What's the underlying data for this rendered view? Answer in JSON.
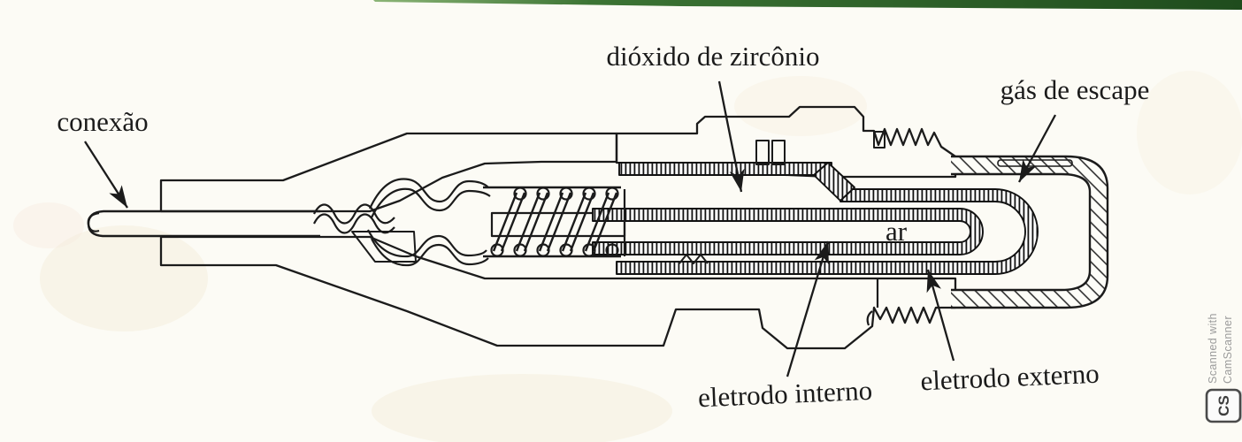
{
  "colors": {
    "paper": "#fcfbf5",
    "ink": "#1b1b1b",
    "book_edge_green": "#2d6329",
    "watermark_gray": "#9b9b9b"
  },
  "figure_labels": {
    "conexao": "conexão",
    "dioxido_de_zirconio": "dióxido de zircônio",
    "gas_de_escape": "gás de escape",
    "ar": "ar",
    "eletrodo_interno": "eletrodo interno",
    "eletrodo_externo": "eletrodo externo"
  },
  "watermark": {
    "line1": "Scanned with",
    "line2": "CamScanner",
    "logo_text": "CS"
  }
}
